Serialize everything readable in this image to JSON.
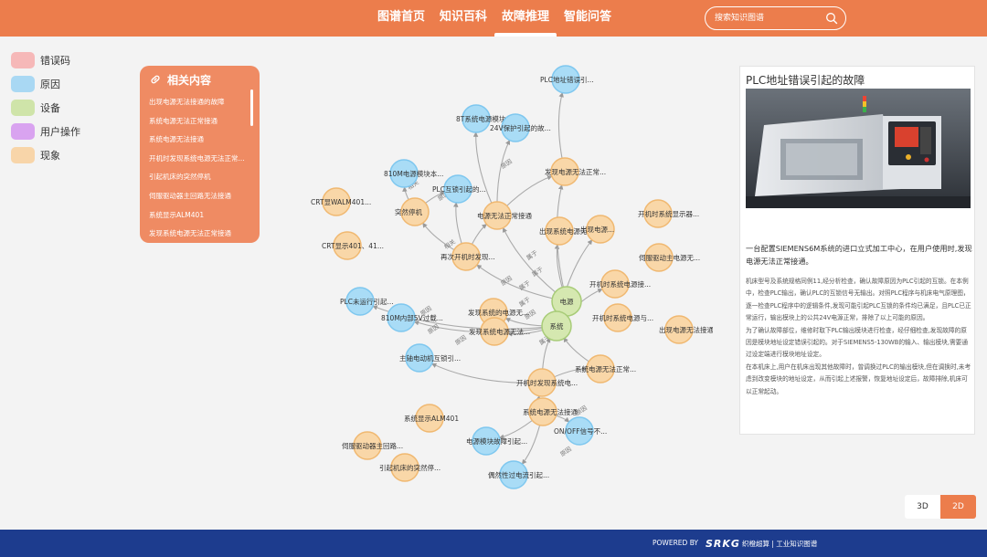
{
  "header": {
    "nav": [
      {
        "label": "图谱首页",
        "active": false
      },
      {
        "label": "知识百科",
        "active": false
      },
      {
        "label": "故障推理",
        "active": true
      },
      {
        "label": "智能问答",
        "active": false
      }
    ],
    "search_placeholder": "搜索知识图谱",
    "search_icon": "search-icon"
  },
  "legend": [
    {
      "label": "错误码",
      "color": "#f6b8b8"
    },
    {
      "label": "原因",
      "color": "#a9d8f3"
    },
    {
      "label": "设备",
      "color": "#cfe4a9"
    },
    {
      "label": "用户操作",
      "color": "#d9a3f0"
    },
    {
      "label": "现象",
      "color": "#f8d5a9"
    }
  ],
  "related": {
    "title": "相关内容",
    "icon": "link-icon",
    "items": [
      "出现电源无法接通的故障",
      "系统电源无法正常接通",
      "系统电源无法接通",
      "开机时发现系统电源无法正常...",
      "引起机床的突然停机",
      "伺服驱动器主回路无法接通",
      "系统显示ALM401",
      "发现系统电源无法正常接通"
    ]
  },
  "graph": {
    "colors": {
      "cause": "#a9dcf6",
      "cause_stroke": "#7ec7ef",
      "phen": "#f9d7a8",
      "phen_stroke": "#f0b870",
      "device": "#d5e8b0",
      "device_stroke": "#a8cc78",
      "edge": "#aaaaaa"
    },
    "nodes": [
      {
        "label": "PLC地址错误引...",
        "type": "cause"
      },
      {
        "label": "8T系统电源模块O...",
        "type": "cause"
      },
      {
        "label": "24V保护引起的故...",
        "type": "cause"
      },
      {
        "label": "发现电源无法正常...",
        "type": "phen"
      },
      {
        "label": "810M电源模块本...",
        "type": "cause"
      },
      {
        "label": "PLC互锁引起的...",
        "type": "cause"
      },
      {
        "label": "CRT显WALM401...",
        "type": "phen"
      },
      {
        "label": "突然停机",
        "type": "phen"
      },
      {
        "label": "电源无法正常接通",
        "type": "phen"
      },
      {
        "label": "开机时系统显示器...",
        "type": "phen"
      },
      {
        "label": "出现系统电源无法...",
        "type": "phen"
      },
      {
        "label": "出现电源...",
        "type": "phen"
      },
      {
        "label": "CRT显示401、41...",
        "type": "phen"
      },
      {
        "label": "再次开机时发现...",
        "type": "phen"
      },
      {
        "label": "伺服驱动主电源无...",
        "type": "phen"
      },
      {
        "label": "开机时系统电源接...",
        "type": "phen"
      },
      {
        "label": "PLC未运行引起...",
        "type": "cause"
      },
      {
        "label": "电源",
        "type": "device"
      },
      {
        "label": "发现系统的电源无...",
        "type": "phen"
      },
      {
        "label": "810M内部5V过载...",
        "type": "cause"
      },
      {
        "label": "系统",
        "type": "device"
      },
      {
        "label": "开机时系统电源与...",
        "type": "phen"
      },
      {
        "label": "出现电源无法接通...",
        "type": "phen"
      },
      {
        "label": "发现系统电源无法...",
        "type": "phen"
      },
      {
        "label": "主轴电动机互锁引...",
        "type": "cause"
      },
      {
        "label": "系统电源无法正常...",
        "type": "phen"
      },
      {
        "label": "开机时发现系统电...",
        "type": "phen"
      },
      {
        "label": "系统电源无法接通",
        "type": "phen"
      },
      {
        "label": "系统显示ALM401",
        "type": "phen"
      },
      {
        "label": "ON/OFF信号不...",
        "type": "cause"
      },
      {
        "label": "电源模块故障引起...",
        "type": "cause"
      },
      {
        "label": "伺服驱动器主回路...",
        "type": "phen"
      },
      {
        "label": "引起机床的突然停...",
        "type": "phen"
      },
      {
        "label": "偶然性过电流引起...",
        "type": "cause"
      }
    ],
    "edge_labels": [
      "属于",
      "属于",
      "属于",
      "属于",
      "原因",
      "原因",
      "原因",
      "相关",
      "原因",
      "相关",
      "原因",
      "原因",
      "属于",
      "原因",
      "原因",
      "原因"
    ]
  },
  "detail": {
    "title": "PLC地址错误引起的故障",
    "image_alt": "CNC machine tool",
    "summary": "一台配置SIEMENS6M系统的进口立式加工中心，在用户使用时,发现电源无法正常接通。",
    "paragraphs": [
      "机床型号及系统规格同例11,经分析检查，确认故障原因为PLC引起的互锁。在本例中，检查PLC输出，确认PLC的互锁信号无输出。对照PLC程序与机床电气原理图，逐一检查PLC程序中的逻辑条件,发现可能引起PLC互锁的条件均已满足，且PLC已正常运行，输出模块上的公共24V电源正常，排除了以上可能的原因。",
      "为了确认故障部位，维修时取下PLC输出模块进行检查，经仔细检查,发现故障的原因是模块地址设定错误引起的。对于SIEMENS5-130WB的输入、输出模块,需要通过设定端进行模块地址设定。",
      "在本机床上,用户在机床出现其他故障时，曾调换过PLC的输出模块,但在调换时,未考虑到改变模块的地址设定，从而引起上述报警，恢复地址设定后，故障排除,机床可以正常起动。"
    ]
  },
  "toggle": {
    "label_3d": "3D",
    "label_2d": "2D",
    "active": "2D"
  },
  "footer": {
    "powered": "POWERED BY",
    "logo": "SRKG",
    "company": "织橙超算 | 工业知识图谱"
  }
}
